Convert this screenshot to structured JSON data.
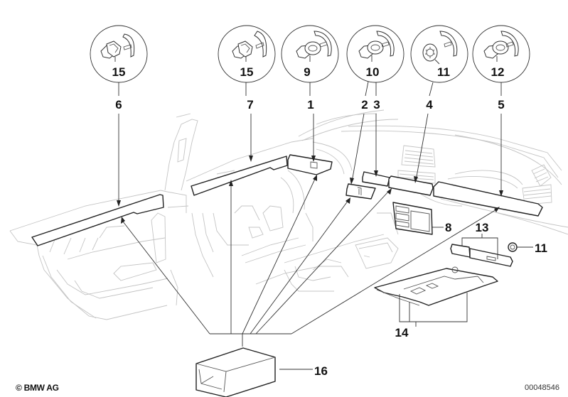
{
  "diagram": {
    "title": "BMW interior trim strips parts diagram",
    "detail_circles": [
      {
        "label": "15",
        "parent_callout": "6",
        "clip_type": "grommet-clip"
      },
      {
        "label": "15",
        "parent_callout": "7",
        "clip_type": "grommet-clip"
      },
      {
        "label": "9",
        "parent_callout": "1",
        "clip_type": "push-clip"
      },
      {
        "label": "10",
        "parent_callout": "2 3",
        "clip_type": "push-clip"
      },
      {
        "label": "11",
        "parent_callout": "4",
        "clip_type": "star-nut"
      },
      {
        "label": "12",
        "parent_callout": "5",
        "clip_type": "push-clip"
      }
    ],
    "callouts": {
      "c6": "6",
      "c7": "7",
      "c1": "1",
      "c2": "2",
      "c3": "3",
      "c4": "4",
      "c5": "5",
      "c8": "8",
      "c13": "13",
      "c11": "11",
      "c14": "14",
      "c16": "16"
    },
    "parts": [
      {
        "callout": "1",
        "name": "trim-strip-front-door-right"
      },
      {
        "callout": "2",
        "name": "trim-strip-center-console-small"
      },
      {
        "callout": "3",
        "name": "trim-strip-dashboard-left-small"
      },
      {
        "callout": "4",
        "name": "trim-strip-dashboard-center"
      },
      {
        "callout": "5",
        "name": "trim-strip-dashboard-right"
      },
      {
        "callout": "6",
        "name": "trim-strip-rear-door"
      },
      {
        "callout": "7",
        "name": "trim-strip-front-door"
      },
      {
        "callout": "8",
        "name": "center-console-panel"
      },
      {
        "callout": "11",
        "name": "star-nut"
      },
      {
        "callout": "13",
        "name": "glovebox-trim-strips"
      },
      {
        "callout": "14",
        "name": "glovebox-lid-trim"
      },
      {
        "callout": "16",
        "name": "trim-kit-box"
      }
    ]
  },
  "footer": {
    "copyright": "© BMW AG",
    "diagram_number": "00048546"
  }
}
